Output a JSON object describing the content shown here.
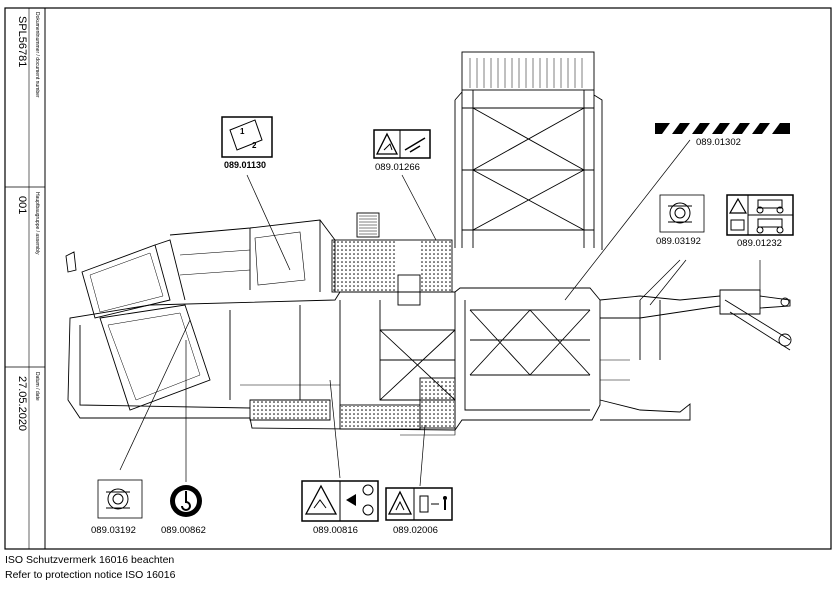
{
  "title_block": {
    "doc_number_label": "Dokumentnummer / document number",
    "doc_number": "SPL56781",
    "assembly_label": "Hauptbaugruppe / assembly",
    "assembly": "001",
    "date_label": "Datum / date",
    "date": "27.05.2020"
  },
  "decals": [
    {
      "code": "089.01130"
    },
    {
      "code": "089.01266"
    },
    {
      "code": "089.01302"
    },
    {
      "code": "089.03192"
    },
    {
      "code": "089.01232"
    },
    {
      "code": "089.03192"
    },
    {
      "code": "089.00862"
    },
    {
      "code": "089.00816"
    },
    {
      "code": "089.02006"
    }
  ],
  "notice": {
    "de": "ISO Schutzvermerk 16016 beachten",
    "en": "Refer to protection notice ISO 16016"
  }
}
